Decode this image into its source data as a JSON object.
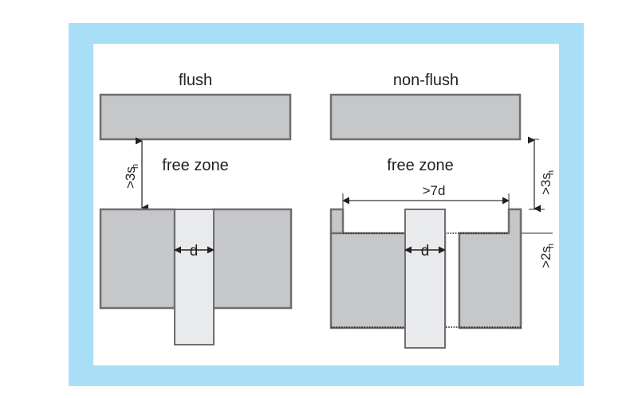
{
  "figure": {
    "background_color": "#ffffff",
    "frame_color": "#a9def7",
    "canvas_color": "#ffffff",
    "metal_fill": "#c6c7c9",
    "metal_stroke": "#6d6e71",
    "peg_fill": "#e8eaec",
    "peg_stroke": "#6d6e71",
    "line_color": "#58595b",
    "text_color": "#231f20"
  },
  "left": {
    "title": "flush",
    "free_zone_label": "free zone",
    "gap_dimension": {
      "prefix": ">3s",
      "subscript": "n"
    },
    "peg_label": "d"
  },
  "right": {
    "title": "non-flush",
    "free_zone_label": "free zone",
    "gap_dimension": {
      "prefix": ">3s",
      "subscript": "n"
    },
    "recess_depth_dimension": {
      "prefix": ">2s",
      "subscript": "n"
    },
    "recess_width_dimension": ">7d",
    "peg_label": "d"
  }
}
